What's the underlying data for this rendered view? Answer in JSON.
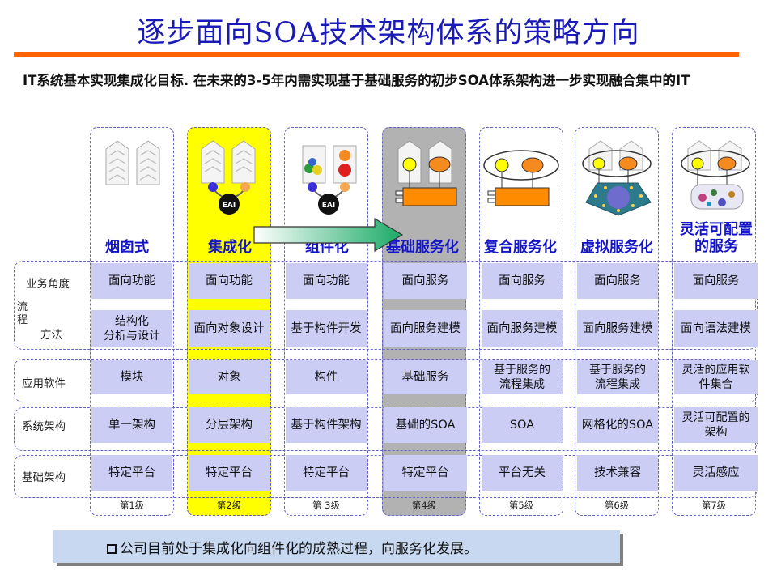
{
  "title": "逐步面向SOA技术架构体系的策略方向",
  "subtitle": "IT系统基本实现集成化目标. 在未来的3-5年内需实现基于基础服务的初步SOA体系架构进一步实现融合集中的IT",
  "columns": [
    {
      "name": "烟囱式",
      "level": "第1级",
      "cells": [
        "面向功能",
        "结构化\n分析与设计",
        "模块",
        "单一架构",
        "特定平台"
      ]
    },
    {
      "name": "集成化",
      "level": "第2级",
      "cells": [
        "面向功能",
        "面向对象设计",
        "对象",
        "分层架构",
        "特定平台"
      ]
    },
    {
      "name": "组件化",
      "level": "第 3级",
      "cells": [
        "面向功能",
        "基于构件开发",
        "构件",
        "基于构件架构",
        "特定平台"
      ]
    },
    {
      "name": "基础服务化",
      "level": "第4级",
      "cells": [
        "面向服务",
        "面向服务建模",
        "基础服务",
        "基础的SOA",
        "特定平台"
      ]
    },
    {
      "name": "复合服务化",
      "level": "第5级",
      "cells": [
        "面向服务",
        "面向服务建模",
        "基于服务的\n流程集成",
        "SOA",
        "平台无关"
      ]
    },
    {
      "name": "虚拟服务化",
      "level": "第6级",
      "cells": [
        "面向服务",
        "面向服务建模",
        "基于服务的\n流程集成",
        "网格化的SOA",
        "技术兼容"
      ]
    },
    {
      "name": "灵活可配置\n的服务",
      "level": "第7级",
      "cells": [
        "面向服务",
        "面向语法建模",
        "灵活的应用软\n件集合",
        "灵活可配置的\n架构",
        "灵活感应"
      ]
    }
  ],
  "rows": {
    "business": "业务角度",
    "process_group": "流程",
    "method": "方法",
    "software": "应用软件",
    "system_arch": "系统架构",
    "infra_arch": "基础架构"
  },
  "eai_label": "EAI",
  "note": "公司目前处于集成化向组件化的成熟过程，向服务化发展。",
  "colors": {
    "title": "#1a1ab8",
    "rule": "#ff6600",
    "header": "#1515c8",
    "cell": "#cccdf5",
    "highlight_yellow": "#ffff00",
    "highlight_gray": "#b2b2b2",
    "arrow": "#2db573",
    "note_bg": "#c7d8f0"
  },
  "icons": [
    "building-icon",
    "eai-bus-icon",
    "component-icon",
    "service-node-icon",
    "service-bar-icon",
    "grid-globe-icon",
    "arrow-right-icon",
    "checkbox-icon"
  ]
}
